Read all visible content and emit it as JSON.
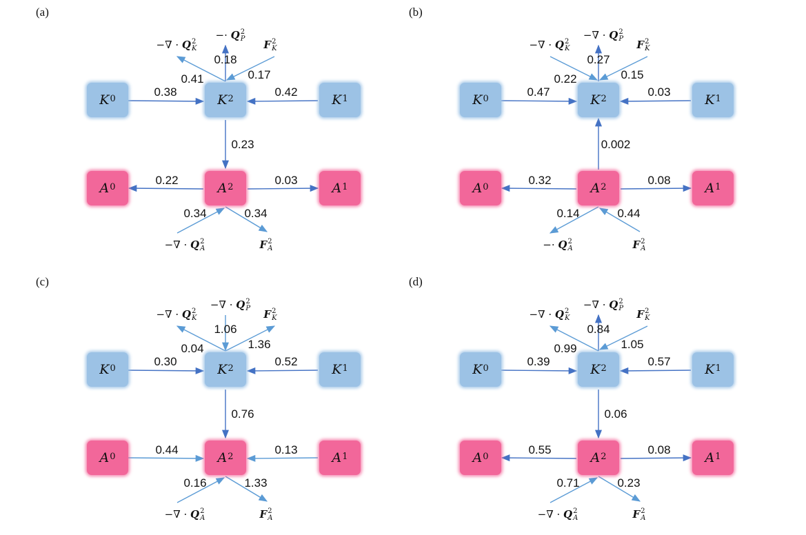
{
  "panels": [
    {
      "label": "(a)",
      "edges": {
        "k0_k2": "0.38",
        "k1_k2": "0.42",
        "k2_a2": "0.23",
        "a2_a0": "0.22",
        "a2_a1": "0.03",
        "k2_divqk": "0.41",
        "k2_qp": "0.18",
        "fk_k2": "0.17",
        "divqa_a2": "0.34",
        "a2_fa": "0.34"
      },
      "terms": {
        "divqk": "−∇ · ",
        "qp": "−· ",
        "fk": "",
        "divqa": "−∇ · ",
        "fa": ""
      },
      "vertical_dir": "down",
      "a_horizontal_dir": "out",
      "k_top": [
        "divqk-out",
        "qp-out",
        "fk-in"
      ],
      "a_bottom": [
        "divqa-in",
        "fa-out"
      ]
    },
    {
      "label": "(b)",
      "edges": {
        "k0_k2": "0.47",
        "k1_k2": "0.03",
        "k2_a2": "0.002",
        "a2_a0": "0.32",
        "a2_a1": "0.08",
        "k2_divqk": "0.22",
        "k2_qp": "0.27",
        "fk_k2": "0.15",
        "divqa_a2": "0.14",
        "a2_fa": "0.44"
      },
      "terms": {
        "divqk": "−∇ · ",
        "qp": "−∇ · ",
        "fk": "",
        "divqa": "−· ",
        "fa": ""
      },
      "vertical_dir": "up",
      "a_horizontal_dir": "out",
      "k_top": [
        "divqk-in",
        "qp-out",
        "fk-in"
      ],
      "a_bottom": [
        "divqa-out",
        "fa-in"
      ]
    },
    {
      "label": "(c)",
      "edges": {
        "k0_k2": "0.30",
        "k1_k2": "0.52",
        "k2_a2": "0.76",
        "a2_a0": "0.44",
        "a2_a1": "0.13",
        "k2_divqk": "0.04",
        "k2_qp": "1.06",
        "fk_k2": "1.36",
        "divqa_a2": "0.16",
        "a2_fa": "1.33"
      },
      "terms": {
        "divqk": "−∇ · ",
        "qp": "−∇ · ",
        "fk": "",
        "divqa": "−∇ · ",
        "fa": ""
      },
      "vertical_dir": "down",
      "a_horizontal_dir": "in",
      "k_top": [
        "divqk-out",
        "qp-in",
        "fk-out"
      ],
      "a_bottom": [
        "divqa-in",
        "fa-out"
      ]
    },
    {
      "label": "(d)",
      "edges": {
        "k0_k2": "0.39",
        "k1_k2": "0.57",
        "k2_a2": "0.06",
        "a2_a0": "0.55",
        "a2_a1": "0.08",
        "k2_divqk": "0.99",
        "k2_qp": "0.84",
        "fk_k2": "1.05",
        "divqa_a2": "0.71",
        "a2_fa": "0.23"
      },
      "terms": {
        "divqk": "−∇ · ",
        "qp": "−∇ · ",
        "fk": "",
        "divqa": "−∇ · ",
        "fa": ""
      },
      "vertical_dir": "down",
      "a_horizontal_dir": "out",
      "k_top": [
        "divqk-out",
        "qp-out",
        "fk-in"
      ],
      "a_bottom": [
        "divqa-in",
        "fa-out"
      ]
    }
  ],
  "boxes": {
    "k0": {
      "letter": "K",
      "sup": "0"
    },
    "k1": {
      "letter": "K",
      "sup": "1"
    },
    "k2": {
      "letter": "K",
      "sup": "2"
    },
    "a0": {
      "letter": "A",
      "sup": "0"
    },
    "a1": {
      "letter": "A",
      "sup": "1"
    },
    "a2": {
      "letter": "A",
      "sup": "2"
    }
  },
  "symbols": {
    "Q": "Q",
    "F": "F",
    "sup": "2",
    "K": "K",
    "A": "A",
    "P": "P"
  },
  "colors": {
    "k_box": "#9cc2e5",
    "a_box": "#f2679a",
    "arrow": "#4472c4",
    "arrow_light": "#5b9bd5"
  }
}
